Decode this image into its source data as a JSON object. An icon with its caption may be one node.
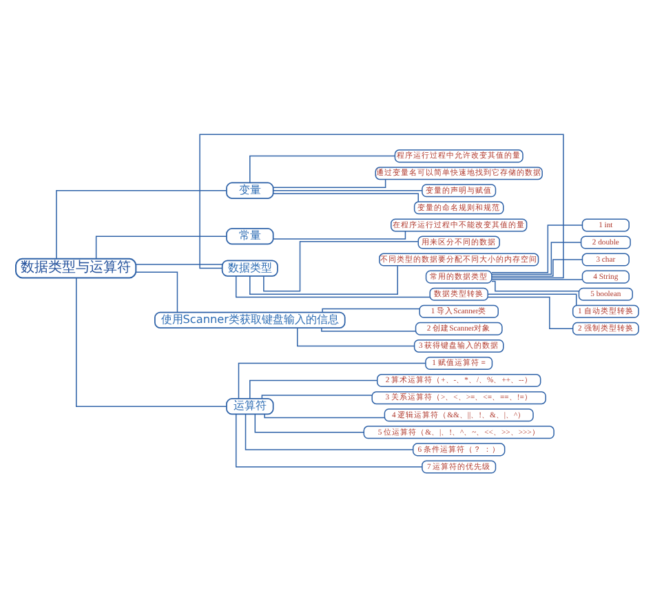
{
  "diagram": {
    "nodes": [
      {
        "text": [
          "数据类型与运算符"
        ]
      },
      {
        "text": [
          "变量"
        ]
      },
      {
        "text": [
          "程序运行过程中允许改变其值的量"
        ]
      },
      {
        "text": [
          "通过变量名可以简单快速地找到它存储的数据"
        ]
      },
      {
        "text": [
          "变量的声明与赋值"
        ]
      },
      {
        "text": [
          "变量的命名规则和规范"
        ]
      },
      {
        "text": [
          "常量"
        ]
      },
      {
        "text": [
          "在程序运行过程中不能改变其值的量"
        ]
      },
      {
        "text": [
          "数据类型"
        ]
      },
      {
        "text": [
          "用来区分不同的数据"
        ]
      },
      {
        "text": [
          "不同类型的数据要分配不同大小的内存空间"
        ]
      },
      {
        "text": [
          "常用的数据类型"
        ]
      },
      {
        "text": [
          "1 int"
        ]
      },
      {
        "text": [
          "2 double"
        ]
      },
      {
        "text": [
          "3 char"
        ]
      },
      {
        "text": [
          "4 String"
        ]
      },
      {
        "text": [
          "5 boolean"
        ]
      },
      {
        "text": [
          "数据类型转换"
        ]
      },
      {
        "text": [
          "1 自动类型转换"
        ]
      },
      {
        "text": [
          "2 强制类型转换"
        ]
      },
      {
        "text": [
          "使用Scanner类获取键盘输入的信息"
        ]
      },
      {
        "text": [
          "1 导入Scanner类"
        ]
      },
      {
        "text": [
          "2 创建Scanner对象"
        ]
      },
      {
        "text": [
          "3 获得键盘输入的数据"
        ]
      },
      {
        "text": [
          "运算符"
        ]
      },
      {
        "text": [
          "1 赋值运算符 ="
        ]
      },
      {
        "text": [
          "2 算术运算符（+、-、*、/、%、++、--）"
        ]
      },
      {
        "text": [
          "3 关系运算符（>、<、>=、<=、==、!=）"
        ]
      },
      {
        "text": [
          "4 逻辑运算符（&&、||、!、&、|、^）"
        ]
      },
      {
        "text": [
          "5 位运算符（&、|、!、^、~、<<、>>、>>>）"
        ]
      },
      {
        "text": [
          "6 条件运算符（？ ：）"
        ]
      },
      {
        "text": [
          "7 运算符的优先级"
        ]
      }
    ],
    "edges": [
      {
        "from": 0,
        "to": 1,
        "arrow": "none"
      },
      {
        "from": 1,
        "to": 2,
        "arrow": "none"
      },
      {
        "from": 1,
        "to": 3,
        "arrow": "none"
      },
      {
        "from": 1,
        "to": 4,
        "arrow": "none"
      },
      {
        "from": 1,
        "to": 5,
        "arrow": "none"
      },
      {
        "from": 0,
        "to": 6,
        "arrow": "none"
      },
      {
        "from": 6,
        "to": 7,
        "arrow": "none"
      },
      {
        "from": 0,
        "to": 8,
        "arrow": "none"
      },
      {
        "from": 8,
        "to": 9,
        "arrow": "none"
      },
      {
        "from": 8,
        "to": 10,
        "arrow": "none"
      },
      {
        "from": 8,
        "to": 11,
        "arrow": "none"
      },
      {
        "from": 11,
        "to": 12,
        "arrow": "none"
      },
      {
        "from": 11,
        "to": 13,
        "arrow": "none"
      },
      {
        "from": 11,
        "to": 14,
        "arrow": "none"
      },
      {
        "from": 11,
        "to": 15,
        "arrow": "none"
      },
      {
        "from": 11,
        "to": 16,
        "arrow": "none"
      },
      {
        "from": 8,
        "to": 17,
        "arrow": "none"
      },
      {
        "from": 17,
        "to": 18,
        "arrow": "none"
      },
      {
        "from": 17,
        "to": 19,
        "arrow": "none"
      },
      {
        "from": 0,
        "to": 20,
        "arrow": "none"
      },
      {
        "from": 20,
        "to": 21,
        "arrow": "none"
      },
      {
        "from": 20,
        "to": 22,
        "arrow": "none"
      },
      {
        "from": 20,
        "to": 23,
        "arrow": "none"
      },
      {
        "from": 0,
        "to": 24,
        "arrow": "none"
      },
      {
        "from": 24,
        "to": 25,
        "arrow": "none"
      },
      {
        "from": 24,
        "to": 26,
        "arrow": "none"
      },
      {
        "from": 24,
        "to": 27,
        "arrow": "none"
      },
      {
        "from": 24,
        "to": 28,
        "arrow": "none"
      },
      {
        "from": 24,
        "to": 29,
        "arrow": "none"
      },
      {
        "from": 24,
        "to": 30,
        "arrow": "none"
      },
      {
        "from": 24,
        "to": 31,
        "arrow": "none"
      }
    ]
  }
}
